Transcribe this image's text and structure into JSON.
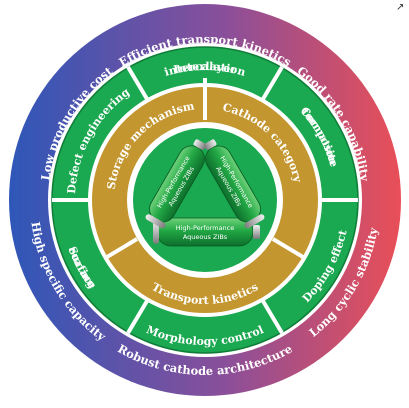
{
  "outer_ring": {
    "top": "Efficient transport kinetics",
    "top_right": "Good rate capability",
    "right": "Long cyclic stability",
    "bottom": "Robust cathode architecture",
    "left": "High specific capacity",
    "top_left": "Low productive cost"
  },
  "green_ring": {
    "interlayer": [
      "Interlayer",
      "intercalation"
    ],
    "composite": [
      "Composite",
      "formation"
    ],
    "doping": "Doping effect",
    "morphology": "Morphology control",
    "surface": [
      "Surface",
      "coating"
    ],
    "defect": "Defect engineering"
  },
  "gold_ring": {
    "storage": "Storage mechanism",
    "cathode": "Cathode category",
    "transport": "Transport kinetics"
  },
  "center": {
    "battery_line1": "High-Performance",
    "battery_line2": "Aqueous ZIBs"
  },
  "colors": {
    "outer_blue": "#2f59b6",
    "outer_red": "#e3505d",
    "green_ring": "#1aa850",
    "green_dark": "#0f7d38",
    "gold_ring": "#c3962f",
    "battery_green": "#2bb34f"
  },
  "corner_icon": "external-link-icon"
}
